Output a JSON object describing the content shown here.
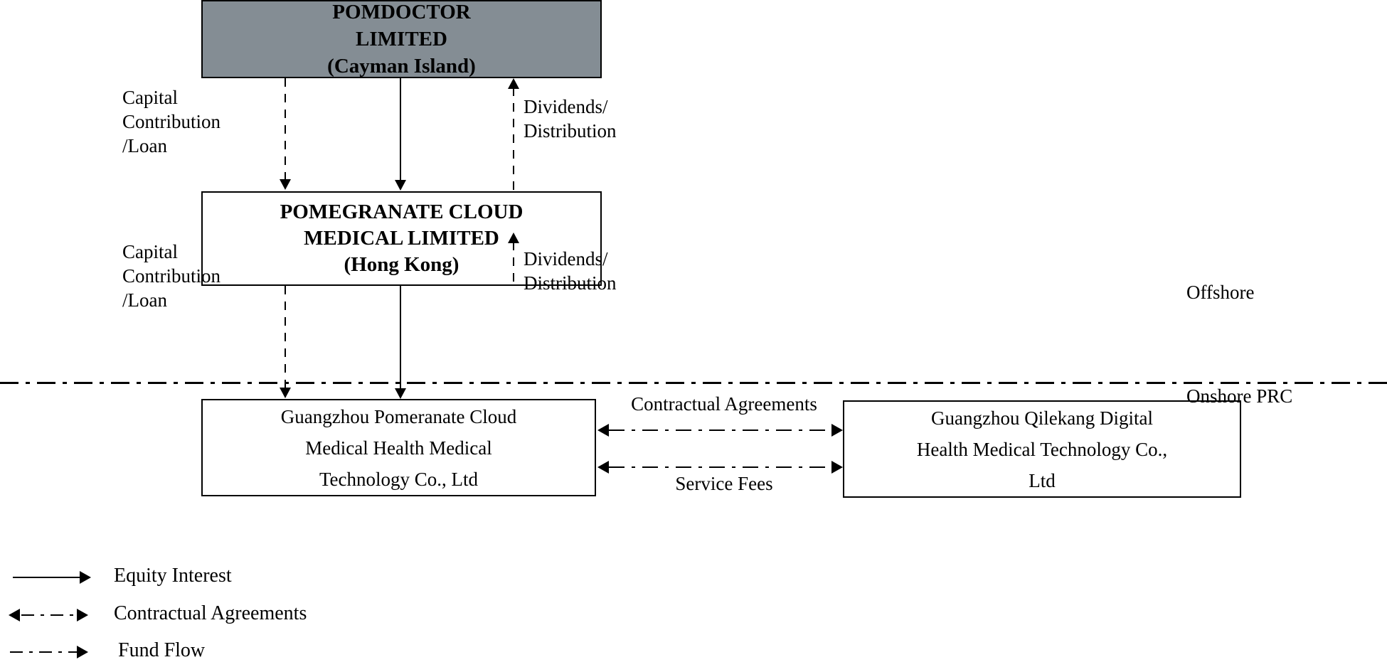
{
  "diagram": {
    "title": "Corporate Structure Chart",
    "boxes": {
      "offshore_parent": {
        "name": "POMDOCTOR LIMITED",
        "line1": "POMDOCTOR",
        "line2": "LIMITED",
        "line3": "(Cayman Island)",
        "jurisdiction": "Cayman Island",
        "fill": "#848d94"
      },
      "hk_sub": {
        "name": "POMEGRANATE CLOUD MEDICAL LIMITED",
        "line1": "POMEGRANATE CLOUD",
        "line2": "MEDICAL LIMITED",
        "line3": "(Hong Kong)",
        "jurisdiction": "Hong Kong",
        "fill": "#ffffff"
      },
      "wfoe": {
        "name": "Guangzhou Pomeranate Cloud Medical Health Medical Technology Co., Ltd",
        "line1": "Guangzhou Pomeranate Cloud",
        "line2": "Medical Health Medical",
        "line3": "Technology Co., Ltd",
        "fill": "#ffffff"
      },
      "vie": {
        "name": "Guangzhou Qilekang Digital Health Medical Technology Co., Ltd",
        "line1": "Guangzhou Qilekang Digital",
        "line2": "Health Medical Technology Co.,",
        "line3": "Ltd",
        "fill": "#ffffff"
      }
    },
    "flow_labels": {
      "capital_top": "Capital\nContribution\n/Loan",
      "dividends_top": "Dividends/\nDistribution",
      "capital_bottom": "Capital\nContribution\n/Loan",
      "dividends_bottom": "Dividends/\nDistribution",
      "contractual_agreements": "Contractual Agreements",
      "service_fees": "Service Fees"
    },
    "jurisdiction_divider": {
      "above": "Offshore",
      "below": "Onshore PRC"
    },
    "legend": {
      "items": [
        {
          "marker": "solid-arrow-right",
          "label": "Equity Interest"
        },
        {
          "marker": "dashdot-arrow-both",
          "label": "Contractual Agreements"
        },
        {
          "marker": "dashdot-arrow-right",
          "label": "Fund Flow"
        }
      ]
    }
  }
}
